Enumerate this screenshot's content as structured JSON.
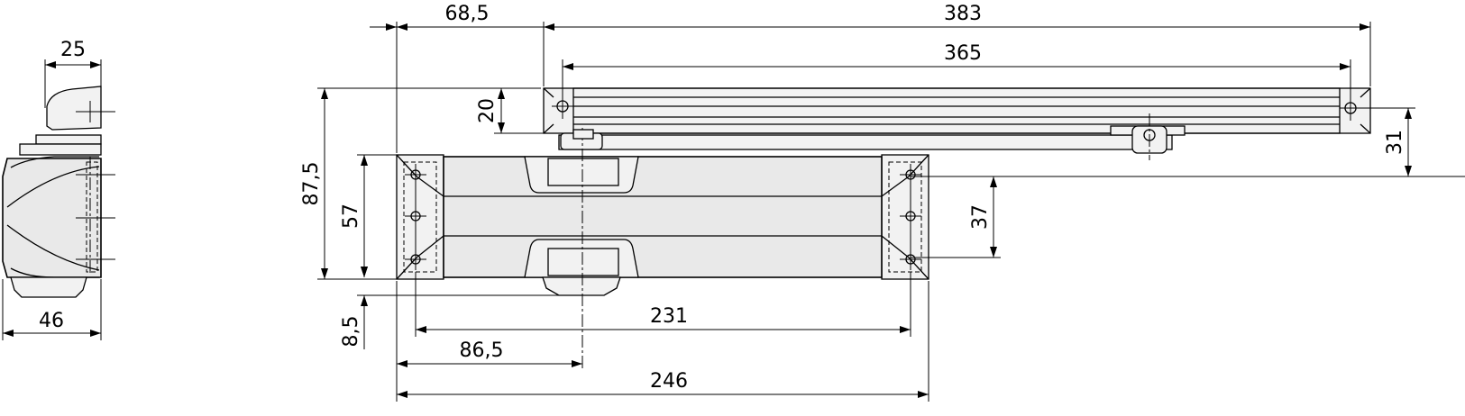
{
  "dimensions": {
    "d_25": "25",
    "d_46": "46",
    "d_68_5": "68,5",
    "d_383": "383",
    "d_365": "365",
    "d_20": "20",
    "d_87_5": "87,5",
    "d_57": "57",
    "d_37": "37",
    "d_31": "31",
    "d_8_5": "8,5",
    "d_231": "231",
    "d_86_5": "86,5",
    "d_246": "246"
  }
}
